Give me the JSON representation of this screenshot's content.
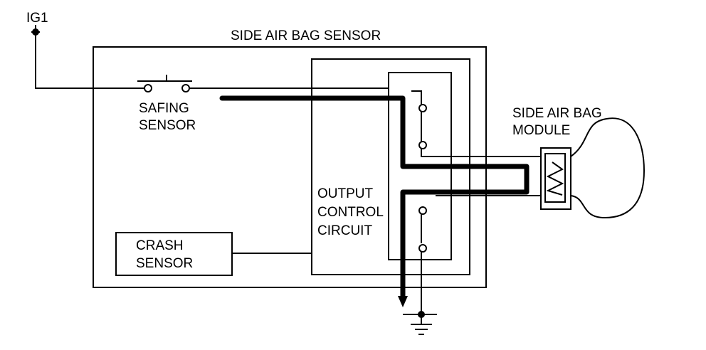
{
  "labels": {
    "ig1": "IG1",
    "side_air_bag_sensor": "SIDE AIR BAG SENSOR",
    "safing_sensor_line1": "SAFING",
    "safing_sensor_line2": "SENSOR",
    "side_air_bag_module_line1": "SIDE AIR BAG",
    "side_air_bag_module_line2": "MODULE",
    "output_control_line1": "OUTPUT",
    "output_control_line2": "CONTROL",
    "output_control_line3": "CIRCUIT",
    "crash_sensor_line1": "CRASH",
    "crash_sensor_line2": "SENSOR"
  }
}
